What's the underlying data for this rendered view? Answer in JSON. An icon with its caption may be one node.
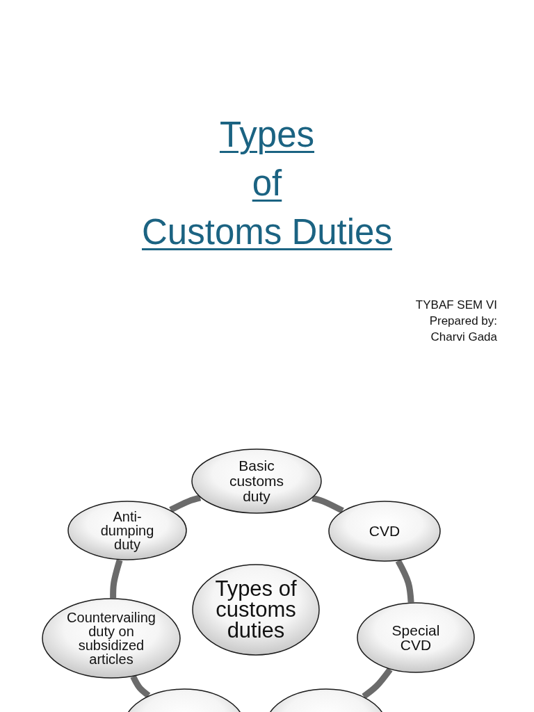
{
  "diagram": {
    "title": "Types of Customs Duties",
    "nodes": [
      {
        "text": [
          "Basic customs duty"
        ]
      },
      {
        "text": [
          "Anti-dumping duty"
        ]
      },
      {
        "text": [
          "CVD"
        ]
      },
      {
        "text": [
          "Types of customs duties"
        ]
      },
      {
        "text": [
          "Countervailing duty on subsidized articles"
        ]
      },
      {
        "text": [
          "Special CVD"
        ]
      },
      {
        "text": [],
        "shape": "ellipse"
      },
      {
        "text": [],
        "shape": "ellipse"
      }
    ],
    "edges": [
      {
        "from": 1,
        "to": 0,
        "arrow": "none"
      },
      {
        "from": 0,
        "to": 2,
        "arrow": "none"
      },
      {
        "from": 2,
        "to": 5,
        "arrow": "none"
      },
      {
        "from": 5,
        "to": 7,
        "arrow": "none"
      },
      {
        "from": 1,
        "to": 4,
        "arrow": "none"
      },
      {
        "from": 4,
        "to": 6,
        "arrow": "none"
      }
    ],
    "labels": [
      "TYBAF SEM VI",
      "Prepared by:",
      "Charvi Gada"
    ]
  }
}
